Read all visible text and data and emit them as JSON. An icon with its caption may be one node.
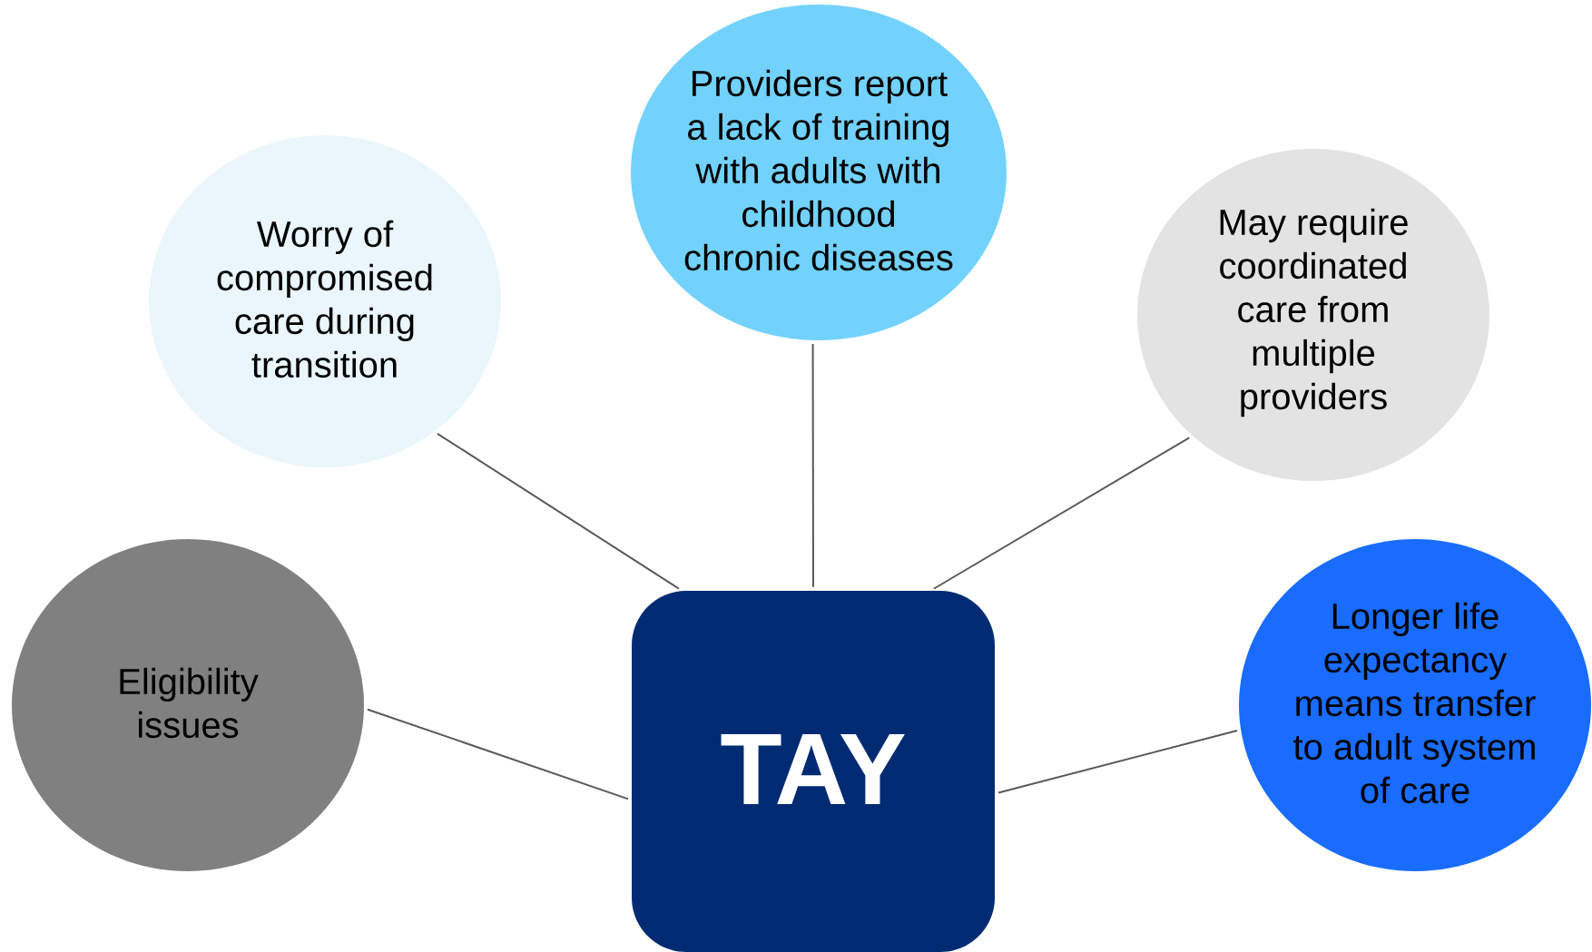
{
  "diagram": {
    "nodes": [
      {
        "text": [
          "Providers report a lack of training with adults with childhood chronic diseases"
        ]
      },
      {
        "text": [
          "Worry of compromised care during transition"
        ]
      },
      {
        "text": [
          "May require coordinated care from multiple providers"
        ]
      },
      {
        "text": [
          "Eligibility issues"
        ]
      },
      {
        "text": [
          "TAY"
        ]
      },
      {
        "text": [
          "Longer life expectancy means transfer to adult system of care"
        ]
      }
    ],
    "edges": [
      {
        "from": 4,
        "to": 0,
        "arrow": "none"
      },
      {
        "from": 4,
        "to": 1,
        "arrow": "none"
      },
      {
        "from": 4,
        "to": 2,
        "arrow": "none"
      },
      {
        "from": 4,
        "to": 3,
        "arrow": "none"
      },
      {
        "from": 4,
        "to": 5,
        "arrow": "none"
      }
    ]
  }
}
